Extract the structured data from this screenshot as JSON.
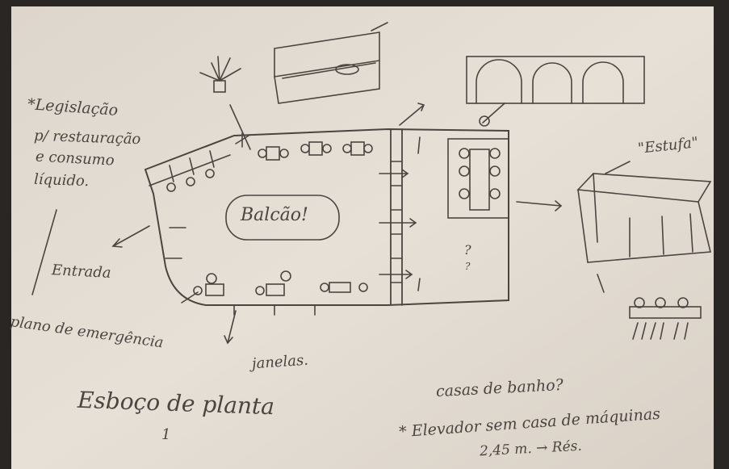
{
  "sketch": {
    "legislation_note": [
      "*Legislação",
      "p/ restauração",
      "e consumo",
      "líquido."
    ],
    "counter_label": "Balcão!",
    "entrance_label": "Entrada",
    "emergency_label": "plano de emergência",
    "windows_label": "janelas.",
    "greenhouse_label": "\"Estufa\"",
    "question_marks": [
      "?",
      "?"
    ],
    "title": "Esboço de planta",
    "title_number": "1",
    "bathroom_question": "casas de banho?",
    "elevator_note": "* Elevador sem casa de máquinas",
    "elevator_detail": "2,45 m. → Rés."
  },
  "colors": {
    "paper": "#e4ddd3",
    "pencil": "#4a4540",
    "shadow": "#2a2623"
  }
}
